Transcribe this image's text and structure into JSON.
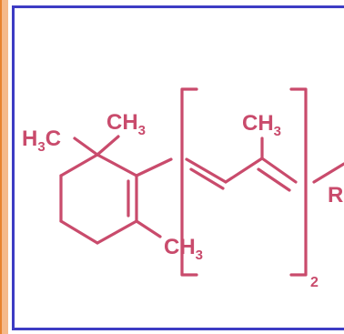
{
  "colors": {
    "structure": "#c94b6c",
    "panel_border": "#3d3cc4",
    "left_border": "#f5b98a",
    "left_border_line": "#e8832f",
    "background": "#ffffff"
  },
  "labels": {
    "h3c_main": "H",
    "h3c_sub": "3",
    "h3c_tail": "C",
    "ch3_top_main": "CH",
    "ch3_top_sub": "3",
    "ch3_bottom_main": "CH",
    "ch3_bottom_sub": "3",
    "ch3_chain_main": "CH",
    "ch3_chain_sub": "3",
    "bracket_subscript": "2",
    "r_group": "R"
  }
}
